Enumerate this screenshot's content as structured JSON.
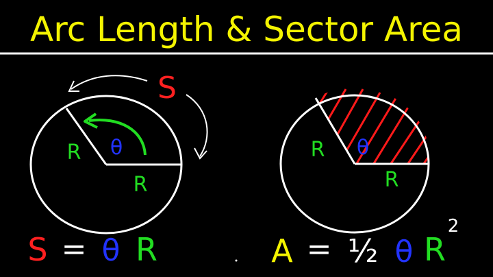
{
  "title": "Arc Length & Sector Area",
  "colors": {
    "background": "#000000",
    "title": "#f4f400",
    "circle": "#ffffff",
    "arc_symbol": "#ff2020",
    "radius_label": "#22dd22",
    "angle_symbol": "#2233ff",
    "area_symbol": "#f4f400",
    "shading": "#ff1a1a"
  },
  "left_diagram": {
    "arc_symbol": "S",
    "radius_label_1": "R",
    "radius_label_2": "R",
    "angle_symbol": "θ",
    "formula": {
      "lhs": "S",
      "equals": "=",
      "theta": "θ",
      "r": "R"
    }
  },
  "right_diagram": {
    "radius_label_1": "R",
    "radius_label_2": "R",
    "angle_symbol": "θ",
    "formula": {
      "lhs": "A",
      "equals": "=",
      "half": "½",
      "theta": "θ",
      "r": "R",
      "exponent": "2"
    }
  }
}
